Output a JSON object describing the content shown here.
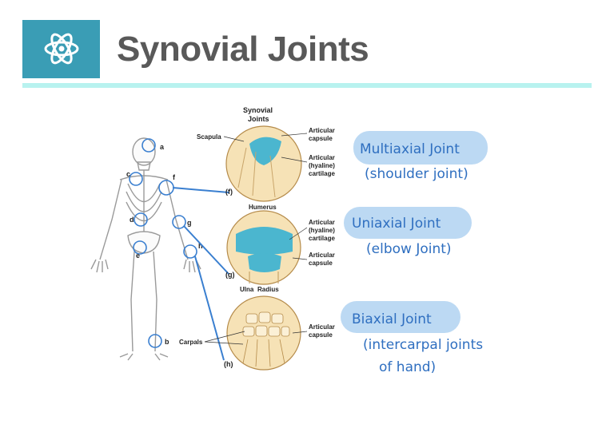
{
  "slide": {
    "title": "Synovial Joints",
    "icon": "atom-icon",
    "accent_color": "#3a9db5",
    "rule_color": "#b8f2ef"
  },
  "figure": {
    "heading": "Synovial Joints",
    "skeleton_markers": [
      "a",
      "b",
      "c",
      "d",
      "e",
      "f",
      "g",
      "h"
    ],
    "panel_tags": [
      "(f)",
      "(g)",
      "(h)"
    ],
    "labels": {
      "scapula": "Scapula",
      "articular_capsule": "Articular capsule",
      "articular_hyaline_cartilage": "Articular (hyaline) cartilage",
      "humerus": "Humerus",
      "ulna": "Ulna",
      "radius": "Radius",
      "carpals": "Carpals"
    },
    "annotations": [
      {
        "lines": [
          "Multiaxial Joint",
          "(shoulder joint)"
        ]
      },
      {
        "lines": [
          "Uniaxial Joint",
          "(elbow Joint)"
        ]
      },
      {
        "lines": [
          "Biaxial Joint",
          "(intercarpal joints",
          "of hand)"
        ]
      }
    ]
  }
}
